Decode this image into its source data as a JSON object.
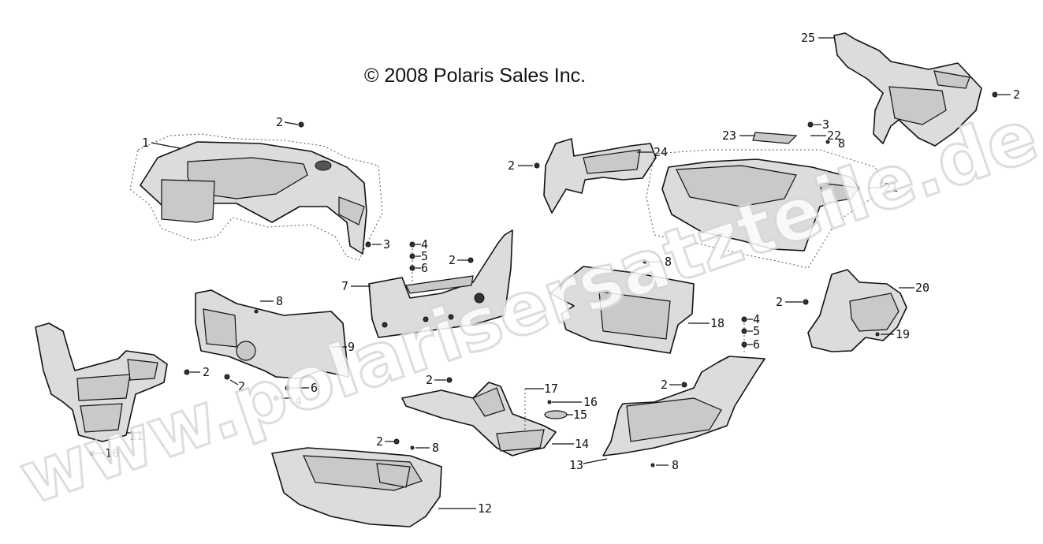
{
  "copyright": "© 2008 Polaris Sales Inc.",
  "watermark": "www.polarisersatzteile.de",
  "callouts": {
    "c1": "1",
    "c2a": "2",
    "c3": "3",
    "c2b": "2",
    "c24": "24",
    "c23": "23",
    "c3b": "3",
    "c22": "22",
    "c8a": "8",
    "c21": "21",
    "c25": "25",
    "c2c": "2",
    "c4a": "4",
    "c5a": "5",
    "c6a": "6",
    "c2d": "2",
    "c7": "7",
    "c8b": "8",
    "c18": "18",
    "c2e": "2",
    "c20": "20",
    "c19": "19",
    "c8c": "8",
    "c9": "9",
    "c2f": "2",
    "c2g": "2",
    "c6b": "6",
    "c4b": "4",
    "c11": "11",
    "c10": "10",
    "c2h": "2",
    "c17": "17",
    "c16": "16",
    "c15": "15",
    "c14": "14",
    "c4c": "4",
    "c5b": "5",
    "c6c": "6",
    "c2i": "2",
    "c13": "13",
    "c8d": "8",
    "c2j": "2",
    "c8e": "8",
    "c12": "12"
  }
}
